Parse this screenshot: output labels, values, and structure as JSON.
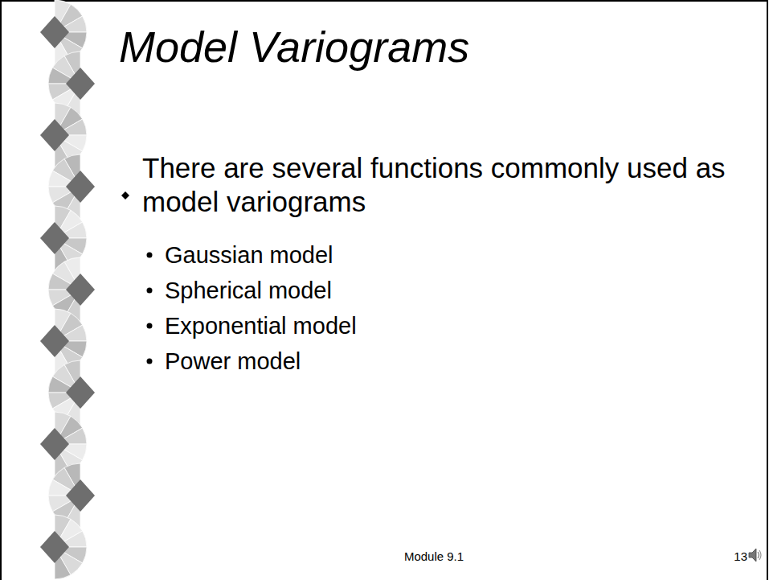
{
  "diagram": {
    "title": "Model Variograms",
    "labels": [
      "There are several functions commonly used as model variograms",
      "Gaussian model",
      "Spherical model",
      "Exponential model",
      "Power model",
      "Module 9.1",
      "13"
    ]
  }
}
